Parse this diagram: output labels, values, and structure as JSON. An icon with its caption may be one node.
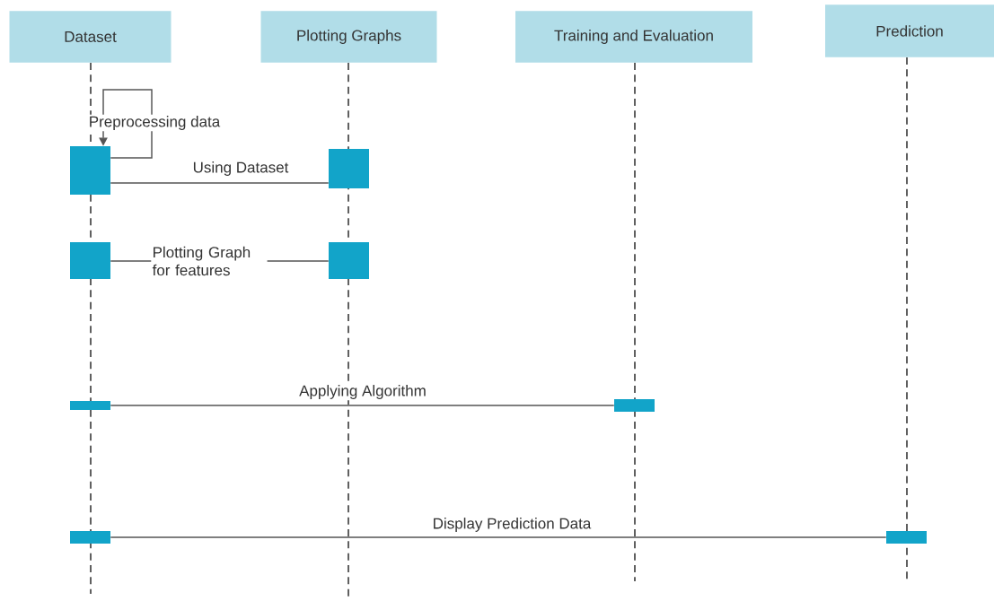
{
  "diagram": {
    "nodes": [
      {
        "text": [
          "Dataset"
        ]
      },
      {
        "text": [
          "Plotting Graphs"
        ]
      },
      {
        "text": [
          "Training and Evaluation"
        ]
      },
      {
        "text": [
          "Prediction"
        ]
      },
      {
        "text": [],
        "shape": "bar"
      },
      {
        "text": [],
        "shape": "bar"
      },
      {
        "text": [],
        "shape": "bar"
      },
      {
        "text": [],
        "shape": "bar"
      },
      {
        "text": [],
        "shape": "bar"
      },
      {
        "text": [],
        "shape": "bar"
      },
      {
        "text": [],
        "shape": "bar"
      },
      {
        "text": [],
        "shape": "bar"
      }
    ],
    "edges": [
      {
        "from": 4,
        "to": 4,
        "arrow": "to",
        "label": "Preprocessing data"
      },
      {
        "from": 4,
        "to": 8,
        "arrow": "none",
        "label": "Using Dataset"
      },
      {
        "from": 5,
        "to": 9,
        "arrow": "none",
        "label": "Plotting Graph for features"
      },
      {
        "from": 6,
        "to": 10,
        "arrow": "none",
        "label": "Applying Algorithm"
      },
      {
        "from": 7,
        "to": 11,
        "arrow": "none",
        "label": "Display Prediction Data"
      }
    ]
  }
}
